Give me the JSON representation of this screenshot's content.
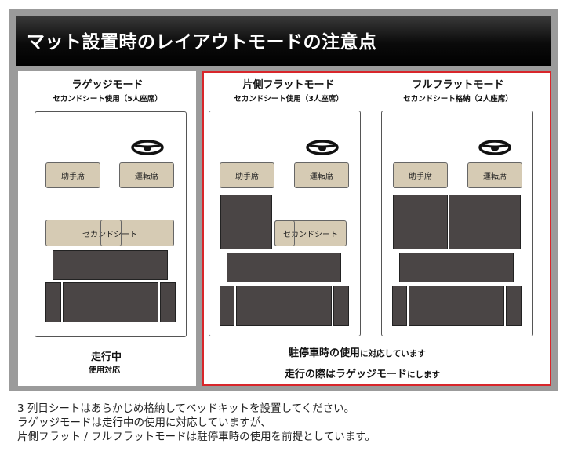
{
  "header": {
    "title": "マット設置時のレイアウトモードの注意点"
  },
  "modes": [
    {
      "title": "ラゲッジモード",
      "subtitle": "セカンドシート使用（5人座席）"
    },
    {
      "title": "片側フラットモード",
      "subtitle": "セカンドシート使用（3人座席）"
    },
    {
      "title": "フルフラットモード",
      "subtitle": "セカンドシート格納（2人座席）"
    }
  ],
  "seats": {
    "passenger": "助手席",
    "driver": "運転席",
    "second": "セカンドシート"
  },
  "left_note": {
    "main": "走行中",
    "sub": "使用対応"
  },
  "right_note": {
    "line1_bold": "駐停車時の使用",
    "line1_rest": "に対応しています",
    "line2_bold": "走行の際はラゲッジモード",
    "line2_rest": "にします"
  },
  "captions": [
    "3 列目シートはあらかじめ格納してベッドキットを設置してください。",
    "ラゲッジモードは走行中の使用に対応していますが、",
    "片側フラット / フルフラットモードは駐停車時の使用を前提としています。"
  ],
  "colors": {
    "accent_border": "#d8262b",
    "seat_beige": "#d6cbb4",
    "mat_dark": "#4a4545"
  }
}
